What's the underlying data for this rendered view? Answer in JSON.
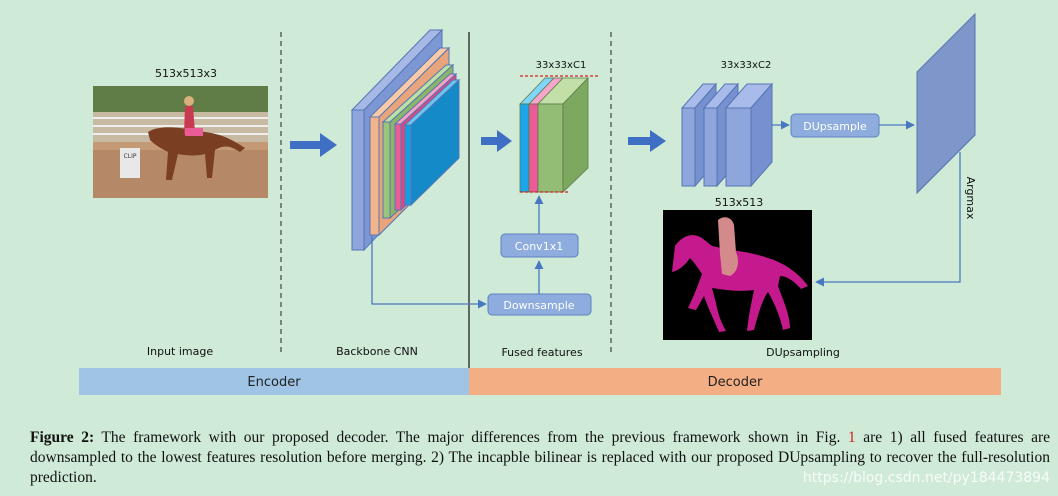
{
  "labels": {
    "input_size": "513x513x3",
    "fused_size": "33x33xC1",
    "dup_size": "33x33xC2",
    "output_size": "513x513",
    "conv": "Conv1x1",
    "downsample": "Downsample",
    "dupsample": "DUpsample",
    "argmax": "Argmax"
  },
  "stages": {
    "input": "Input image",
    "backbone": "Backbone CNN",
    "fused": "Fused features",
    "dupsampling": "DUpsampling"
  },
  "bars": {
    "encoder": "Encoder",
    "decoder": "Decoder"
  },
  "caption": {
    "lead": "Figure 2:",
    "part1": " The framework with our proposed decoder.  The major differences from the previous framework shown in Fig. ",
    "ref": "1",
    "part2": " are 1) all fused features are downsampled to the lowest features resolution before merging.  2) The incapble bilinear is replaced with our proposed DUpsampling to recover the full-resolution prediction."
  },
  "watermark": "https://blog.csdn.net/py184473894",
  "colors": {
    "background": "#cfead6",
    "encoder_bar": "#9fc4e6",
    "decoder_bar": "#f3ae83",
    "arrow": "#4a78c0",
    "block_blue": "#8fa6dd",
    "block_orange": "#f2b48c",
    "block_green": "#99c47a",
    "block_pink": "#ea5c96",
    "block_teal": "#1a9de0",
    "mask_magenta": "#c41a8d",
    "mask_rider": "#d48a8a"
  }
}
